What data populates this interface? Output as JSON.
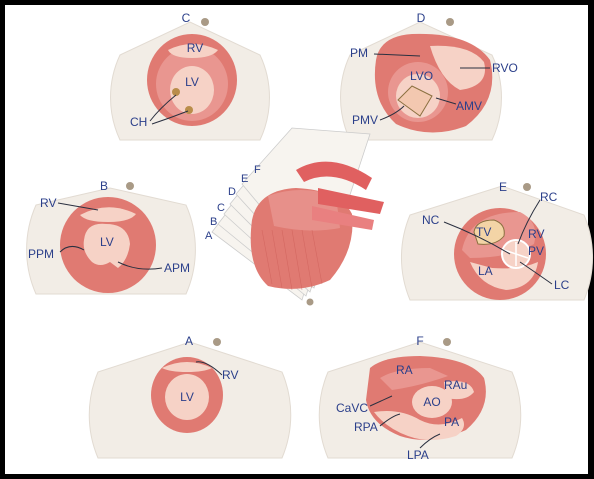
{
  "views": {
    "A": {
      "letter": "A",
      "labels": {
        "rv": "RV",
        "lv": "LV"
      }
    },
    "B": {
      "letter": "B",
      "labels": {
        "rv": "RV",
        "lv": "LV",
        "ppm": "PPM",
        "apm": "APM"
      }
    },
    "C": {
      "letter": "C",
      "labels": {
        "rv": "RV",
        "lv": "LV",
        "ch": "CH"
      }
    },
    "D": {
      "letter": "D",
      "labels": {
        "pm": "PM",
        "rvo": "RVO",
        "lvo": "LVO",
        "amv": "AMV",
        "pmv": "PMV"
      }
    },
    "E": {
      "letter": "E",
      "labels": {
        "nc": "NC",
        "rc": "RC",
        "tv": "TV",
        "rv": "RV",
        "pv": "PV",
        "la": "LA",
        "lc": "LC"
      }
    },
    "F": {
      "letter": "F",
      "labels": {
        "ra": "RA",
        "rau": "RAu",
        "ao": "AO",
        "cavc": "CaVC",
        "rpa": "RPA",
        "pa": "PA",
        "lpa": "LPA"
      }
    }
  },
  "planes": [
    "A",
    "B",
    "C",
    "D",
    "E",
    "F"
  ],
  "colors": {
    "tissue_outer": "#e07a72",
    "tissue_mid": "#e99690",
    "chamber": "#f6d2c6",
    "label": "#2b3f8a",
    "fan": "#f2ede6",
    "marker": "#a99a86"
  }
}
